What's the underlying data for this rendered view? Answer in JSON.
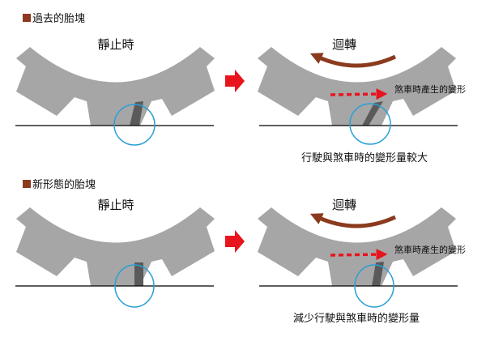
{
  "colors": {
    "tread": "#a6a6a6",
    "sipe": "#5a5a5a",
    "circle": "#2a9fd6",
    "arrow_red": "#e8141e",
    "rotation_arrow": "#8b3a1e",
    "section_marker": "#8b3a1e"
  },
  "sections": [
    {
      "title": "過去的胎塊",
      "static_caption": "靜止時",
      "rotating_caption": "迴轉",
      "deformation_label": "煞車時產生的變形",
      "result_caption": "行駛與煞車時的變形量較大"
    },
    {
      "title": "新形態的胎塊",
      "static_caption": "靜止時",
      "rotating_caption": "迴轉",
      "deformation_label": "煞車時產生的變形",
      "result_caption": "減少行駛與煞車時的變形量"
    }
  ]
}
